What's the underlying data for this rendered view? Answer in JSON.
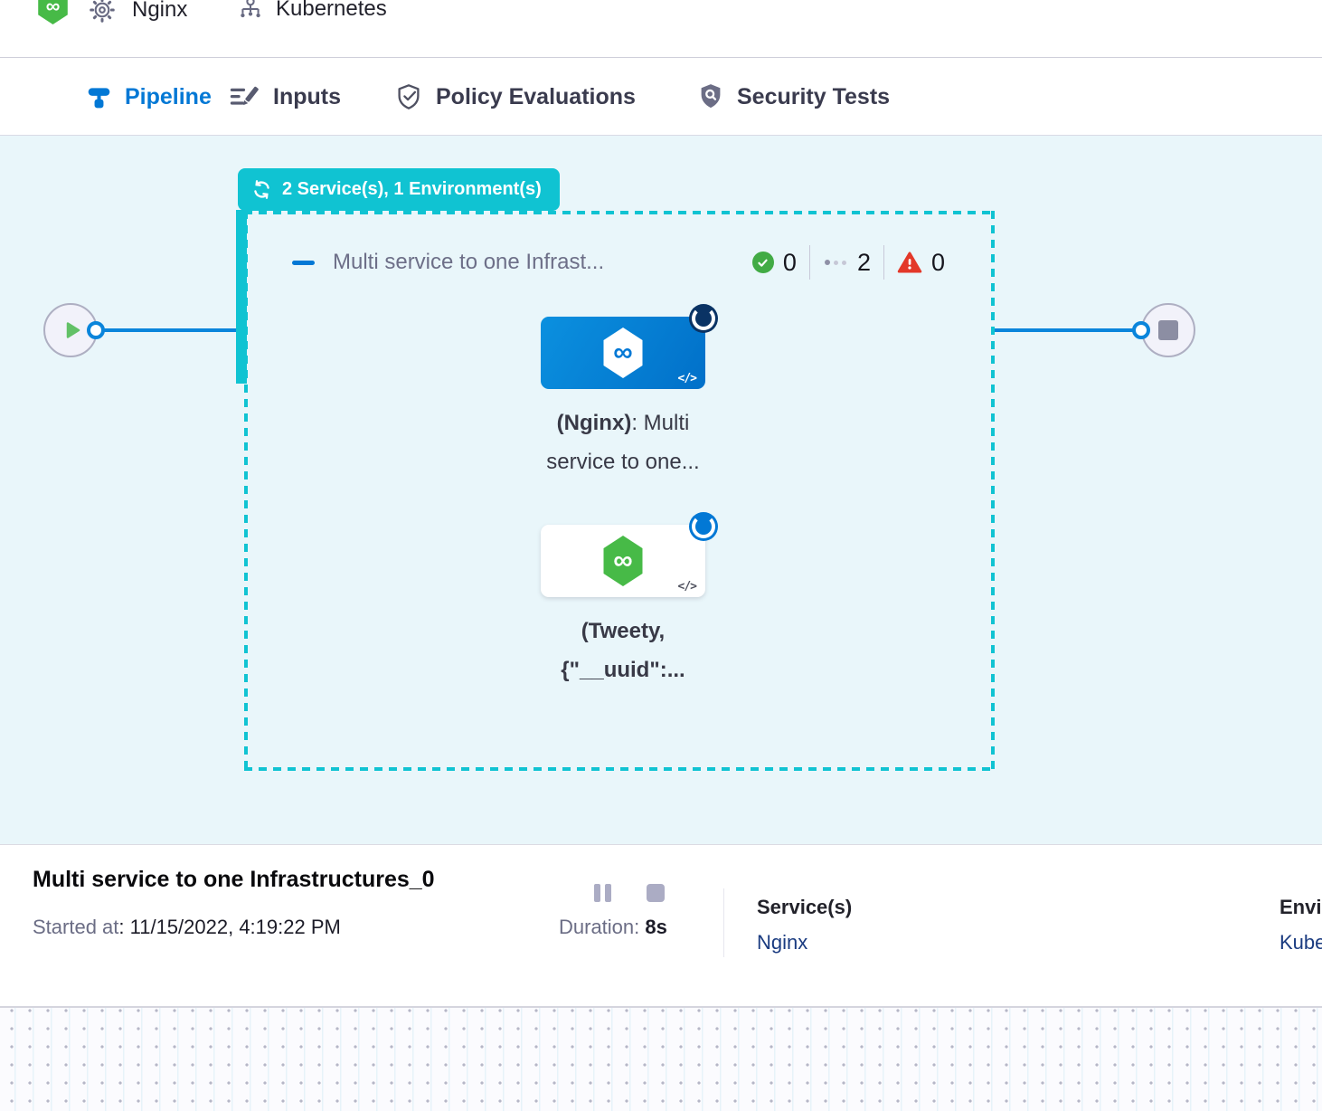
{
  "glyphs": {
    "infinity": "∞",
    "code": "</>"
  },
  "header": {
    "project": "Nginx",
    "environment": "Kubernetes"
  },
  "tabs": [
    {
      "label": "Pipeline",
      "active": true
    },
    {
      "label": "Inputs",
      "active": false
    },
    {
      "label": "Policy Evaluations",
      "active": false
    },
    {
      "label": "Security Tests",
      "active": false
    }
  ],
  "canvas": {
    "badge_label": "2 Service(s), 1 Environment(s)",
    "group": {
      "title": "Multi service to one Infrast...",
      "success_count": "0",
      "running_count": "2",
      "failed_count": "0"
    },
    "nodes": [
      {
        "line1_bold": "(Nginx)",
        "line1_rest": ": Multi",
        "line2": "service to one..."
      },
      {
        "line1_bold": "(Tweety,",
        "line1_rest": "",
        "line2": "{\"__uuid\":..."
      }
    ]
  },
  "footer": {
    "title": "Multi service to one Infrastructures_0",
    "started_label": "Started at",
    "started_value": ": 11/15/2022, 4:19:22 PM",
    "duration_label": "Duration:",
    "duration_value": "8s",
    "services_label": "Service(s)",
    "services_value": "Nginx",
    "environments_label": "Environment(s)",
    "environments_value": "Kubernetes"
  },
  "colors": {
    "accent_blue": "#0278D5",
    "teal": "#10C3D2",
    "success_green": "#42AB45",
    "error_red": "#E33829",
    "link_navy": "#1A3B80"
  }
}
